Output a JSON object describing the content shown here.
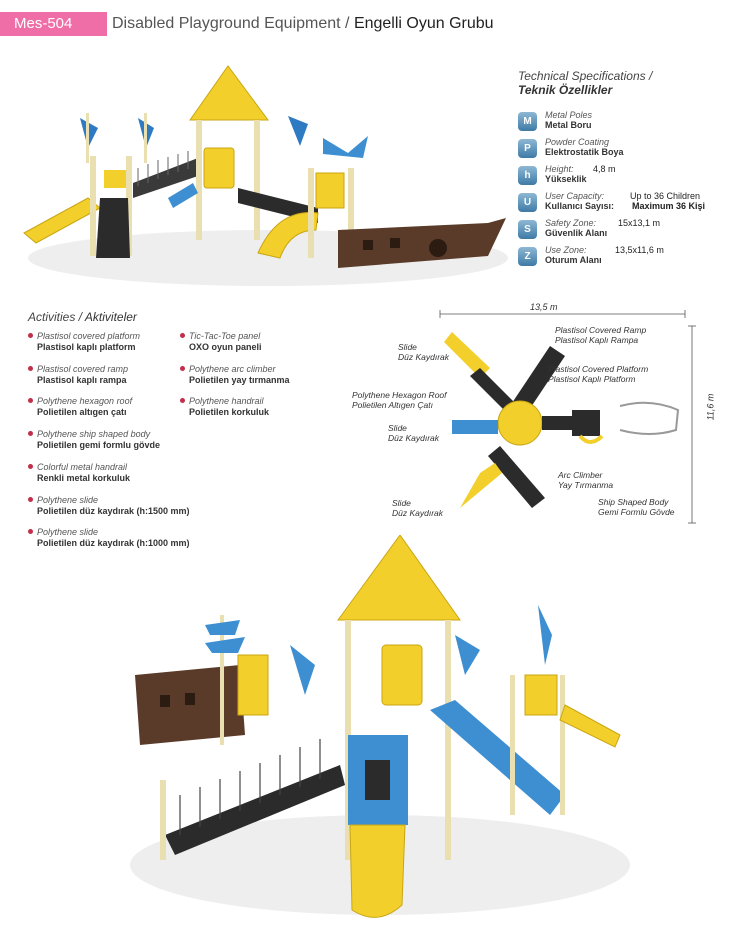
{
  "header": {
    "code": "Mes-504",
    "title_en": "Disabled Playground Equipment",
    "separator": " / ",
    "title_tr": "Engelli Oyun Grubu"
  },
  "specs": {
    "heading_en": "Technical Specifications /",
    "heading_tr": "Teknik Özellikler",
    "rows": [
      {
        "icon": "metal-pole-icon",
        "glyph": "M",
        "en": "Metal Poles",
        "tr": "Metal Boru",
        "value": ""
      },
      {
        "icon": "powder-coating-icon",
        "glyph": "P",
        "en": "Powder Coating",
        "tr": "Elektrostatik Boya",
        "value": ""
      },
      {
        "icon": "height-icon",
        "glyph": "h",
        "en": "Height:",
        "tr": "Yükseklik",
        "value": "4,8 m"
      },
      {
        "icon": "user-capacity-icon",
        "glyph": "U",
        "en": "User Capacity:",
        "tr": "Kullanıcı Sayısı:",
        "value": "Up to 36 Children",
        "value_tr": "Maximum 36 Kişi"
      },
      {
        "icon": "safety-zone-icon",
        "glyph": "S",
        "en": "Safety Zone:",
        "tr": "Güvenlik Alanı",
        "value": "15x13,1 m"
      },
      {
        "icon": "use-zone-icon",
        "glyph": "Z",
        "en": "Use Zone:",
        "tr": "Oturum Alanı",
        "value": "13,5x11,6 m"
      }
    ]
  },
  "activities": {
    "heading_en": "Activities /",
    "heading_tr": "Aktiviteler",
    "left": [
      {
        "en": "Plastisol covered platform",
        "tr": "Plastisol kaplı platform"
      },
      {
        "en": "Plastisol covered ramp",
        "tr": "Plastisol kaplı rampa"
      },
      {
        "en": "Polythene hexagon roof",
        "tr": "Polietilen altıgen çatı"
      },
      {
        "en": "Polythene ship shaped body",
        "tr": "Polietilen gemi formlu gövde"
      },
      {
        "en": "Colorful metal handrail",
        "tr": "Renkli metal korkuluk"
      },
      {
        "en": "Polythene slide",
        "tr": "Polietilen düz kaydırak (h:1500 mm)"
      },
      {
        "en": "Polythene  slide",
        "tr": "Polietilen düz kaydırak (h:1000 mm)"
      }
    ],
    "right": [
      {
        "en": "Tic-Tac-Toe panel",
        "tr": "OXO oyun paneli"
      },
      {
        "en": "Polythene arc climber",
        "tr": "Polietilen yay tırmanma"
      },
      {
        "en": "Polythene handrail",
        "tr": "Polietilen korkuluk"
      }
    ]
  },
  "plan": {
    "width_dim": "13,5 m",
    "height_dim": "11,6 m",
    "labels": {
      "slide1": [
        "Slide",
        "Düz Kaydırak"
      ],
      "ramp": [
        "Plastisol Covered Ramp",
        "Plastisol Kaplı Rampa"
      ],
      "platform": [
        "Plastisol Covered Platform",
        "Plastisol Kaplı Platform"
      ],
      "roof": [
        "Polythene Hexagon Roof",
        "Polietilen Altıgen Çatı"
      ],
      "slide2": [
        "Slide",
        "Düz Kaydırak"
      ],
      "arc": [
        "Arc Climber",
        "Yay Tırmanma"
      ],
      "ship": [
        "Ship Shaped Body",
        "Gemi Formlu Gövde"
      ],
      "slide3": [
        "Slide",
        "Düz Kaydırak"
      ]
    }
  },
  "colors": {
    "badge": "#f06ea7",
    "roof_yellow": "#f3cf2b",
    "slide_blue": "#3d8fd2",
    "pole": "#e9dfb0",
    "ramp_dark": "#2b2b2b",
    "ship_brown": "#5a3b2a"
  }
}
